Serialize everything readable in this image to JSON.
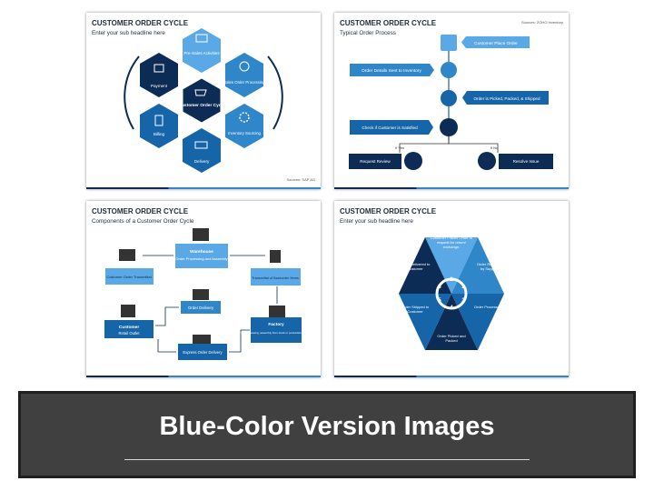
{
  "colors": {
    "navy": "#0d2c55",
    "blue": "#1565a8",
    "mid": "#2f86c9",
    "light": "#5aa9e6",
    "banner": "#404040"
  },
  "slide1": {
    "title": "CUSTOMER ORDER CYCLE",
    "subtitle": "Enter your sub headline here",
    "source": "Sources: SAP AG",
    "hexes": [
      {
        "label": "Pre-Sales Activities",
        "icon": "presentation-icon"
      },
      {
        "label": "Payment",
        "icon": "payment-icon"
      },
      {
        "label": "Sales Order Processing",
        "icon": "sales-icon"
      },
      {
        "label": "Customer Order Cycle",
        "icon": "cart-icon"
      },
      {
        "label": "Billing",
        "icon": "invoice-icon"
      },
      {
        "label": "Inventory Sourcing",
        "icon": "gear-icon"
      },
      {
        "label": "Delivery",
        "icon": "truck-icon"
      }
    ]
  },
  "slide2": {
    "title": "CUSTOMER ORDER CYCLE",
    "subtitle": "Typical Order Process",
    "source": "Sources: ZOHO Inventory",
    "steps": {
      "place": "Customer Place Order",
      "sent": "Order Details Sent to Inventory",
      "picked": "Order is Picked, Packed, & Shipped",
      "check": "Check if Customer is Satisfied",
      "review": "Request Review",
      "resolve": "Resolve Issue",
      "yes": "If Yes",
      "no": "If No"
    }
  },
  "slide3": {
    "title": "CUSTOMER ORDER CYCLE",
    "subtitle": "Components of a Customer Order Cycle",
    "warehouse_title": "Warehouse",
    "warehouse_text": "Order Processing and Assembly",
    "transmittal": "Customer Order Transmittal",
    "backorder": "Transmittal of Backorder Items",
    "order_delivery": "Order Delivery",
    "retail_title": "Customer",
    "retail_text": "Retail Outlet",
    "factory_title": "Factory",
    "factory_text": "Order processing, assembly from stock or production if no stock",
    "express": "Express Order Delivery"
  },
  "slide4": {
    "title": "CUSTOMER ORDER CYCLE",
    "subtitle": "Enter your sub headline here",
    "segments": [
      {
        "num": "1",
        "label": "Customer Places Order or request for return/ exchange."
      },
      {
        "num": "2",
        "label": "Order Received by Supplier"
      },
      {
        "num": "3",
        "label": "Order Processed"
      },
      {
        "num": "4",
        "label": "Order Picked and Packed"
      },
      {
        "num": "5",
        "label": "Order Shipped to Customer"
      },
      {
        "num": "6",
        "label": "Order Delivered to Customer"
      }
    ]
  },
  "banner": {
    "title": "Blue-Color Version Images"
  }
}
